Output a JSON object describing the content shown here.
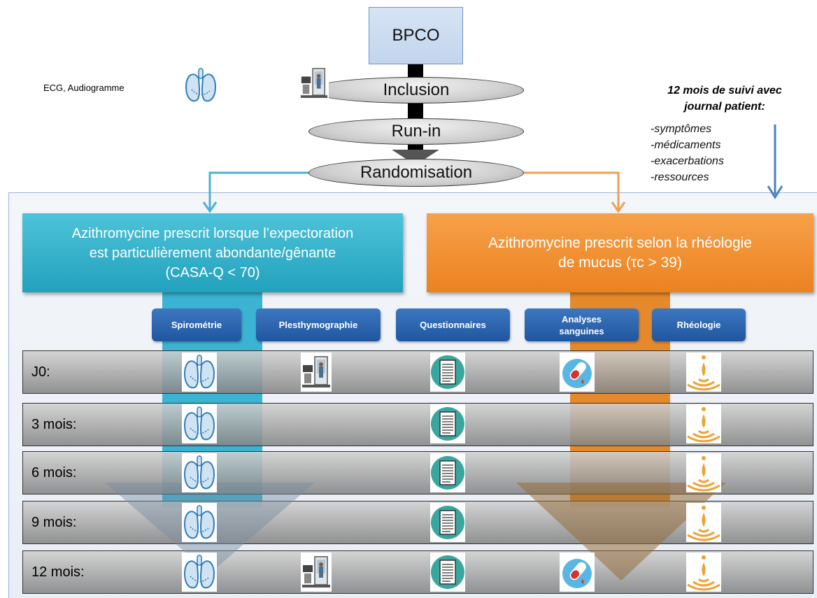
{
  "top_box": {
    "label": "BPCO"
  },
  "steps": {
    "inclusion": "Inclusion",
    "runin": "Run-in",
    "randomisation": "Randomisation"
  },
  "side_note": "ECG, Audiogramme",
  "follow_up": {
    "title_line1": "12 mois de suivi avec",
    "title_line2": "journal patient:",
    "items": [
      "-symptômes",
      "-médicaments",
      "-exacerbations",
      "-ressources"
    ]
  },
  "arms": {
    "left": {
      "line1": "Azithromycine prescrit lorsque l’expectoration",
      "line2": "est particulièrement abondante/gênante",
      "line3": "(CASA-Q < 70)"
    },
    "right": {
      "line1": "Azithromycine prescrit selon la rhéologie",
      "line2": "de mucus (τc > 39)"
    }
  },
  "exams": {
    "spirometrie": "Spirométrie",
    "plethysmographie": "Plesthymographie",
    "questionnaires": "Questionnaires",
    "analyses_line1": "Analyses",
    "analyses_line2": "sanguines",
    "rheologie": "Rhéologie"
  },
  "visits": [
    {
      "label": "J0:",
      "plethysmographie": true,
      "analyses": true
    },
    {
      "label": "3 mois:",
      "plethysmographie": false,
      "analyses": false
    },
    {
      "label": "6 mois:",
      "plethysmographie": false,
      "analyses": false
    },
    {
      "label": "9 mois:",
      "plethysmographie": false,
      "analyses": false
    },
    {
      "label": "12 mois:",
      "plethysmographie": true,
      "analyses": true
    }
  ],
  "colors": {
    "arm_left": "#27a7c3",
    "arm_right": "#ed8a2a",
    "arrow_left": "#4ab3cf",
    "arrow_right": "#f0a050",
    "follow_arrow": "#4a7fc1",
    "exam_button": "#2a62ad",
    "bpco_box": "#c9dbf1"
  },
  "icons": {
    "lung": "lungs-icon",
    "plethysmograph": "plethysmograph-icon",
    "questionnaire": "document-icon",
    "blood": "blood-test-icon",
    "rheology": "drop-ripple-icon"
  }
}
